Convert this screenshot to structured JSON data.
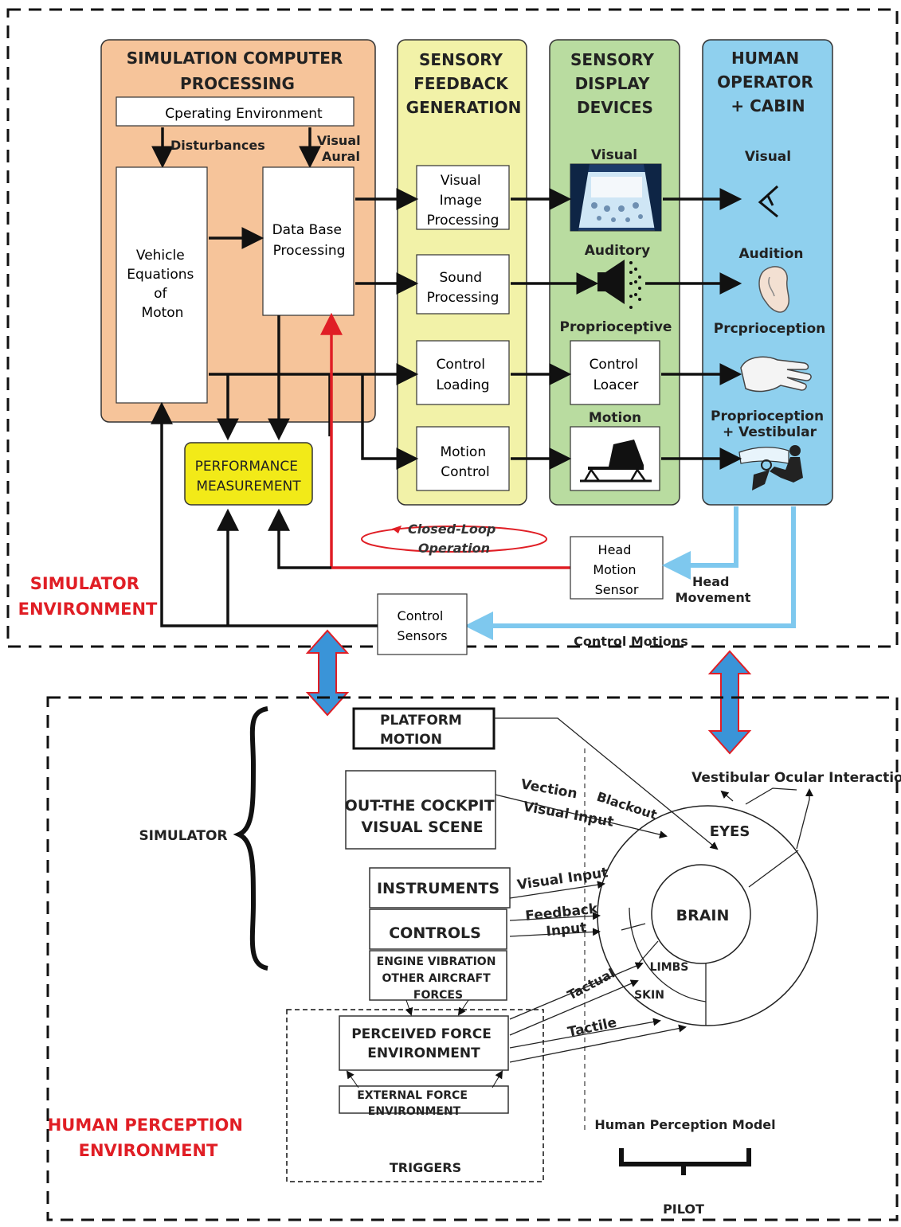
{
  "top": {
    "environment_label": [
      "SIMULATOR",
      "ENVIRONMENT"
    ],
    "columns": {
      "sim": [
        "SIMULATION COMPUTER",
        "PROCESSING"
      ],
      "feedback": [
        "SENSORY",
        "FEEDBACK",
        "GENERATION"
      ],
      "display": [
        "SENSORY",
        "DISPLAY",
        "DEVICES"
      ],
      "human": [
        "HUMAN",
        "OPERATOR",
        "+ CABIN"
      ]
    },
    "operating_environment": "Cperating Environment",
    "disturbances": "Disturbances",
    "visual_aural": [
      "Visual",
      "Aural"
    ],
    "vehicle_eom": [
      "Vehicle",
      "Equations",
      "of",
      "Moton"
    ],
    "data_base": [
      "Data Base",
      "Processing"
    ],
    "visual_image": [
      "Visual",
      "Image",
      "Processing"
    ],
    "sound_processing": [
      "Sound",
      "Processing"
    ],
    "control_loading": [
      "Control",
      "Loading"
    ],
    "motion_control": [
      "Motion",
      "Control"
    ],
    "display_labels": {
      "visual": "Visual",
      "auditory": "Auditory",
      "proprioceptive": "Proprioceptive",
      "motion": "Motion"
    },
    "control_loader": [
      "Control",
      "Loacer"
    ],
    "human_labels": {
      "visual": "Visual",
      "audition": "Audition",
      "proprioception": "Prcprioception",
      "prop_vestibular": [
        "Proprioception",
        "+ Vestibular"
      ]
    },
    "performance": [
      "PERFORMANCE",
      "MEASUREMENT"
    ],
    "closed_loop": [
      "Closed-Loop",
      "Operation"
    ],
    "head_motion_sensor": [
      "Head",
      "Motion",
      "Sensor"
    ],
    "head_movement": [
      "Head",
      "Movement"
    ],
    "control_sensors": [
      "Control",
      "Sensors"
    ],
    "control_motions": "Control Motions"
  },
  "bottom": {
    "environment_label": [
      "HUMAN PERCEPTION",
      "ENVIRONMENT"
    ],
    "simulator": "SIMULATOR",
    "platform_motion": [
      "PLATFORM",
      "MOTION"
    ],
    "cockpit_visual": [
      "OUT-THE COCKPIT",
      "VISUAL SCENE"
    ],
    "instruments": "INSTRUMENTS",
    "controls": "CONTROLS",
    "engine_vibration": [
      "ENGINE VIBRATION",
      "OTHER AIRCRAFT",
      "FORCES"
    ],
    "perceived_force": [
      "PERCEIVED FORCE",
      "ENVIRONMENT"
    ],
    "external_force": [
      "EXTERNAL FORCE",
      "ENVIRONMENT"
    ],
    "triggers": "TRIGGERS",
    "vection": "Vection",
    "blackout": "Blackout",
    "visual_input_1": "Visual Input",
    "visual_input_2": "Visual Input",
    "feedback_input": [
      "Feedback",
      "Input"
    ],
    "tactual": "Tactual",
    "tactile": "Tactile",
    "vestibular_ocular": "Vestibular Ocular Interaction",
    "eyes": "EYES",
    "brain": "BRAIN",
    "limbs": "LIMBS",
    "skin": "SKIN",
    "human_perception_model": "Human Perception Model",
    "pilot": "PILOT"
  },
  "colors": {
    "sim_panel": "#f6c49a",
    "feedback_panel": "#f2f2a8",
    "display_panel": "#b9dca0",
    "human_panel": "#8fd0ee",
    "performance": "#f2ea18",
    "red": "#e01e25",
    "blue_arrow": "#7ec8ee",
    "double_arrow": "#3a94d8"
  }
}
